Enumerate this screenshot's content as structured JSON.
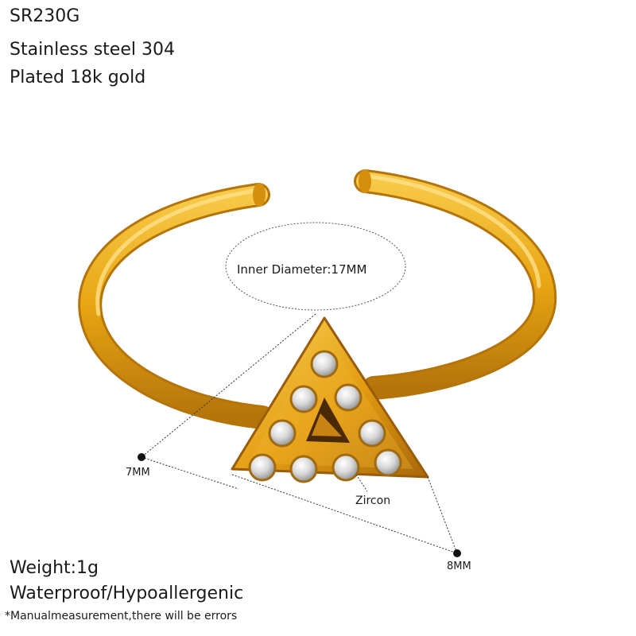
{
  "header": {
    "sku": "SR230G",
    "material": "Stainless steel 304",
    "plating": "Plated 18k gold"
  },
  "annotations": {
    "inner_diameter": "Inner Diameter:17MM",
    "dim_left": "7MM",
    "dim_right": "8MM",
    "stone": "Zircon"
  },
  "footer": {
    "weight": "Weight:1g",
    "features": "Waterproof/Hypoallergenic",
    "disclaimer": "*Manualmeasurement,there will be errors"
  },
  "colors": {
    "gold": "#e8a512",
    "gold_light": "#f7c948",
    "gold_dark": "#b4740a",
    "text": "#1a1a1a"
  }
}
